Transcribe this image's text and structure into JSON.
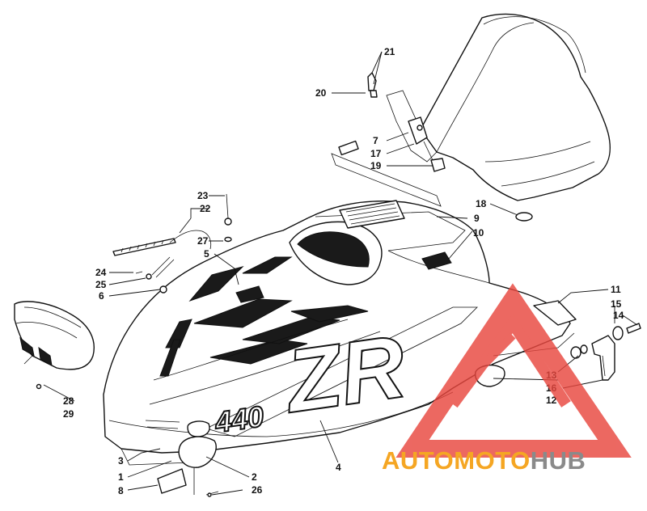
{
  "diagram": {
    "callouts": [
      {
        "label": "1"
      },
      {
        "label": "2"
      },
      {
        "label": "3"
      },
      {
        "label": "4"
      },
      {
        "label": "5"
      },
      {
        "label": "6"
      },
      {
        "label": "7"
      },
      {
        "label": "8"
      },
      {
        "label": "9"
      },
      {
        "label": "10"
      },
      {
        "label": "11"
      },
      {
        "label": "12"
      },
      {
        "label": "13"
      },
      {
        "label": "14"
      },
      {
        "label": "15"
      },
      {
        "label": "16"
      },
      {
        "label": "17"
      },
      {
        "label": "18"
      },
      {
        "label": "19"
      },
      {
        "label": "20"
      },
      {
        "label": "21"
      },
      {
        "label": "22"
      },
      {
        "label": "23"
      },
      {
        "label": "24"
      },
      {
        "label": "25"
      },
      {
        "label": "26"
      },
      {
        "label": "27"
      },
      {
        "label": "28"
      },
      {
        "label": "29"
      }
    ],
    "hood_decal_number": "440",
    "hood_decal_model": "ZR"
  },
  "watermark": {
    "part1": "AUTOMOTO",
    "part2": "HUB",
    "color_primary": "#f5a623",
    "color_secondary": "#8a8a8a",
    "logo_color": "#e8473f"
  }
}
